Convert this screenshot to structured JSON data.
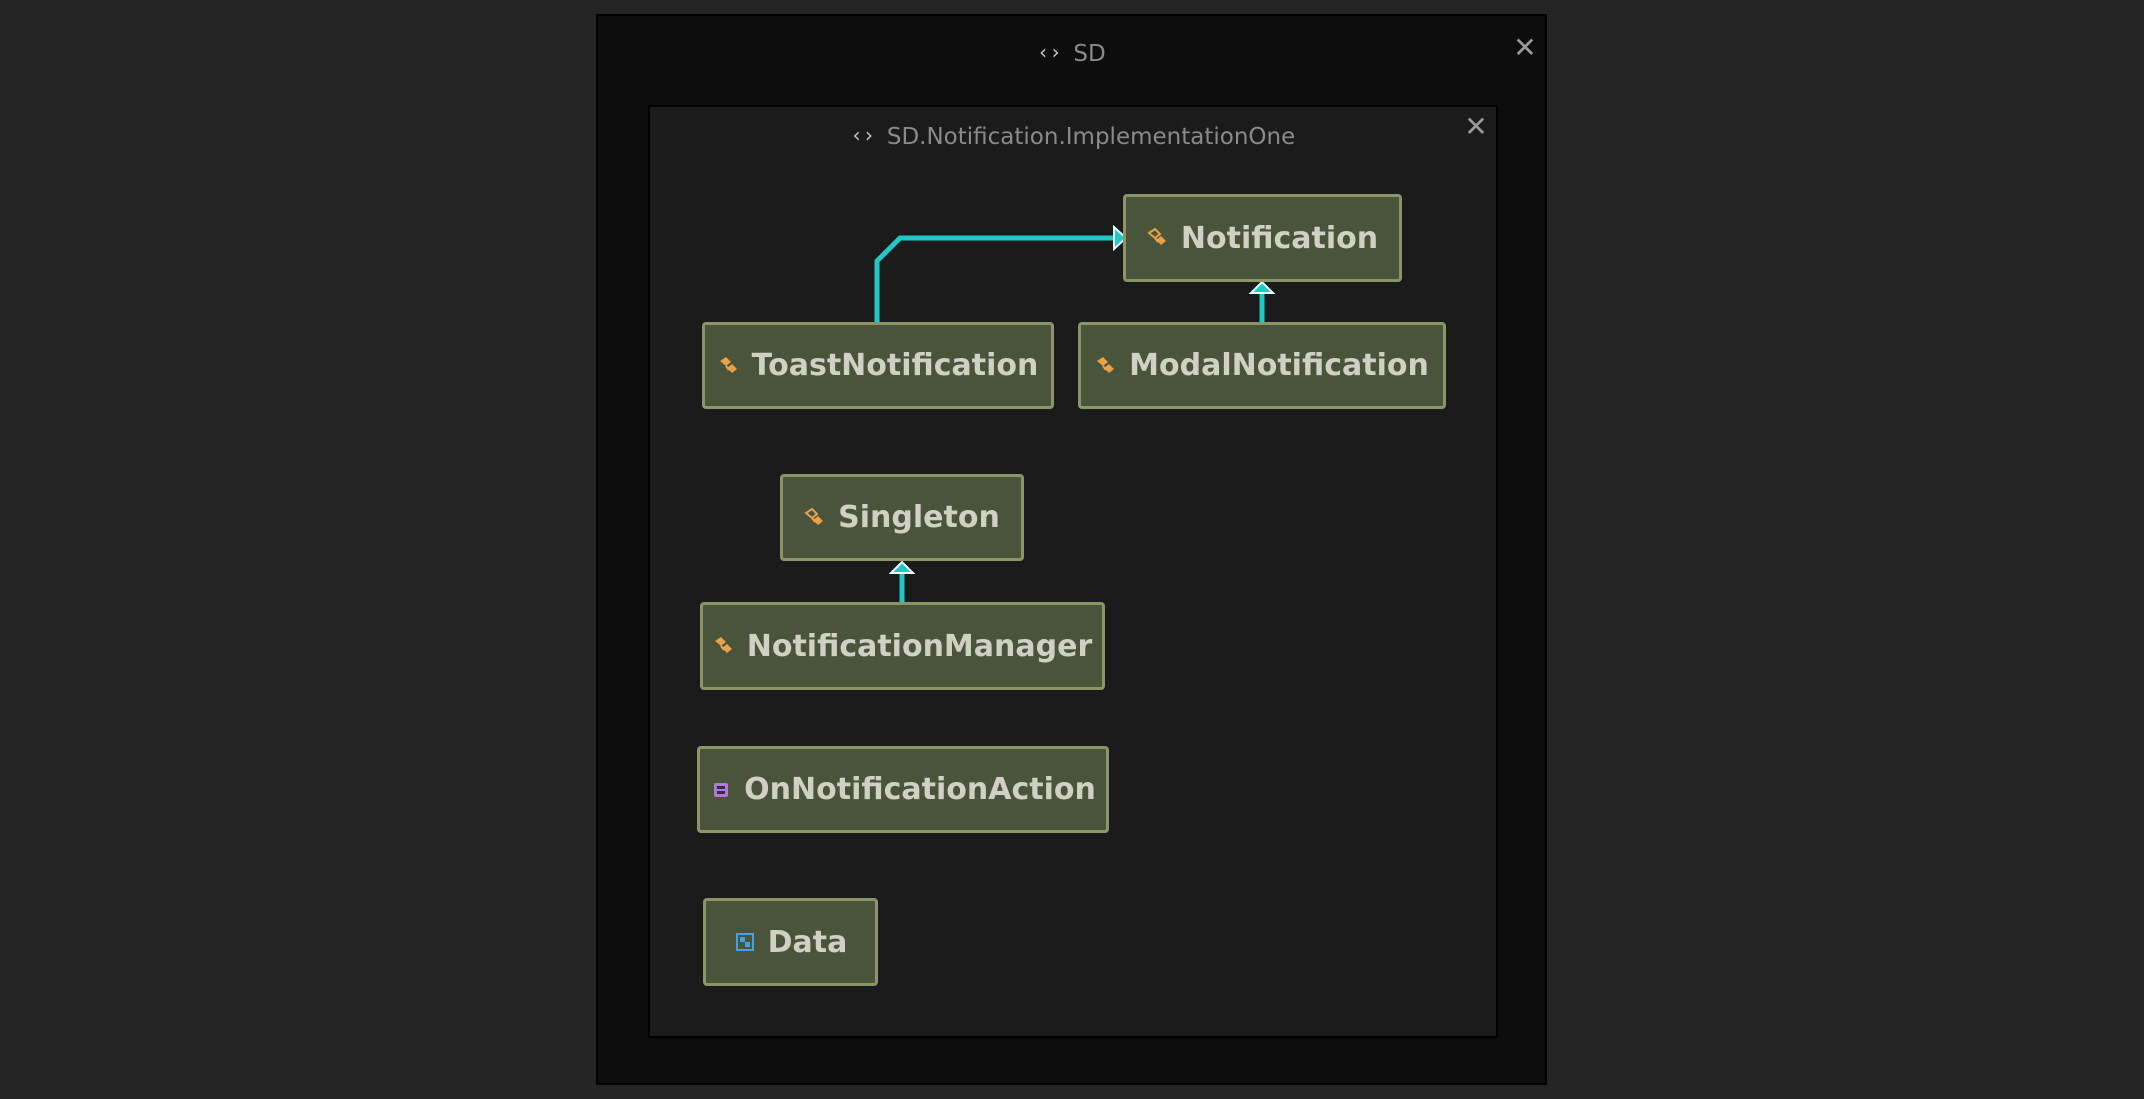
{
  "outer_panel": {
    "title": "SD",
    "close_glyph": "✕",
    "namespace_icon": "‹›"
  },
  "inner_panel": {
    "title": "SD.Notification.ImplementationOne",
    "close_glyph": "✕",
    "namespace_icon": "‹›"
  },
  "nodes": {
    "notification": {
      "label": "Notification",
      "icon": "abstract-class-icon"
    },
    "toast_notification": {
      "label": "ToastNotification",
      "icon": "class-icon"
    },
    "modal_notification": {
      "label": "ModalNotification",
      "icon": "class-icon"
    },
    "singleton": {
      "label": "Singleton",
      "icon": "abstract-class-icon"
    },
    "notification_manager": {
      "label": "NotificationManager",
      "icon": "class-icon"
    },
    "on_notification_action": {
      "label": "OnNotificationAction",
      "icon": "delegate-icon"
    },
    "data": {
      "label": "Data",
      "icon": "struct-icon"
    }
  },
  "edges": [
    {
      "from": "ToastNotification",
      "to": "Notification",
      "kind": "inherits"
    },
    {
      "from": "ModalNotification",
      "to": "Notification",
      "kind": "inherits"
    },
    {
      "from": "NotificationManager",
      "to": "Singleton",
      "kind": "inherits"
    }
  ],
  "colors": {
    "edge": "#20c8c8",
    "node_fill": "#4a543a",
    "node_border": "#8b9568",
    "class_icon": "#e8a24a",
    "delegate_icon": "#b07ad8",
    "struct_icon": "#4aa0e8"
  }
}
